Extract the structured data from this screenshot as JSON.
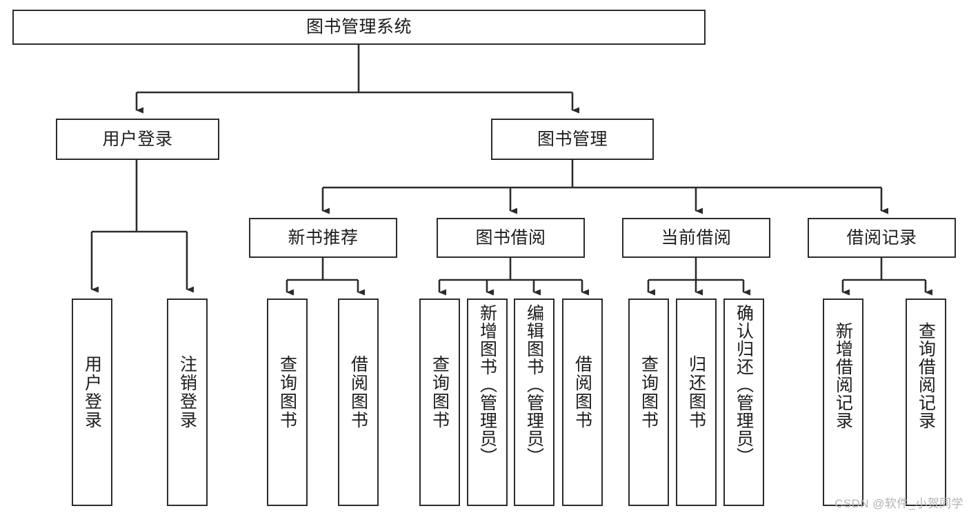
{
  "diagram": {
    "title": "图书管理系统",
    "background_color": "#ffffff",
    "line_color": "#2b2b2b",
    "text_color": "#1c1c1c",
    "root": {
      "label": "图书管理系统"
    },
    "level2": [
      {
        "label": "用户登录"
      },
      {
        "label": "图书管理"
      }
    ],
    "level3": [
      {
        "label": "新书推荐"
      },
      {
        "label": "图书借阅"
      },
      {
        "label": "当前借阅"
      },
      {
        "label": "借阅记录"
      }
    ],
    "leaves": {
      "user_login": [
        {
          "label": "用户登录"
        },
        {
          "label": "注销登录"
        }
      ],
      "new_book": [
        {
          "label": "查询图书"
        },
        {
          "label": "借阅图书"
        }
      ],
      "book_borrow": [
        {
          "label": "查询图书"
        },
        {
          "label": "新增图书（管理员）"
        },
        {
          "label": "编辑图书（管理员）"
        },
        {
          "label": "借阅图书"
        }
      ],
      "current_borrow": [
        {
          "label": "查询图书"
        },
        {
          "label": "归还图书"
        },
        {
          "label": "确认归还（管理员）"
        }
      ],
      "borrow_record": [
        {
          "label": "新增借阅记录"
        },
        {
          "label": "查询借阅记录"
        }
      ]
    }
  },
  "watermark": {
    "text": "CSDN @软件_小贺同学"
  }
}
